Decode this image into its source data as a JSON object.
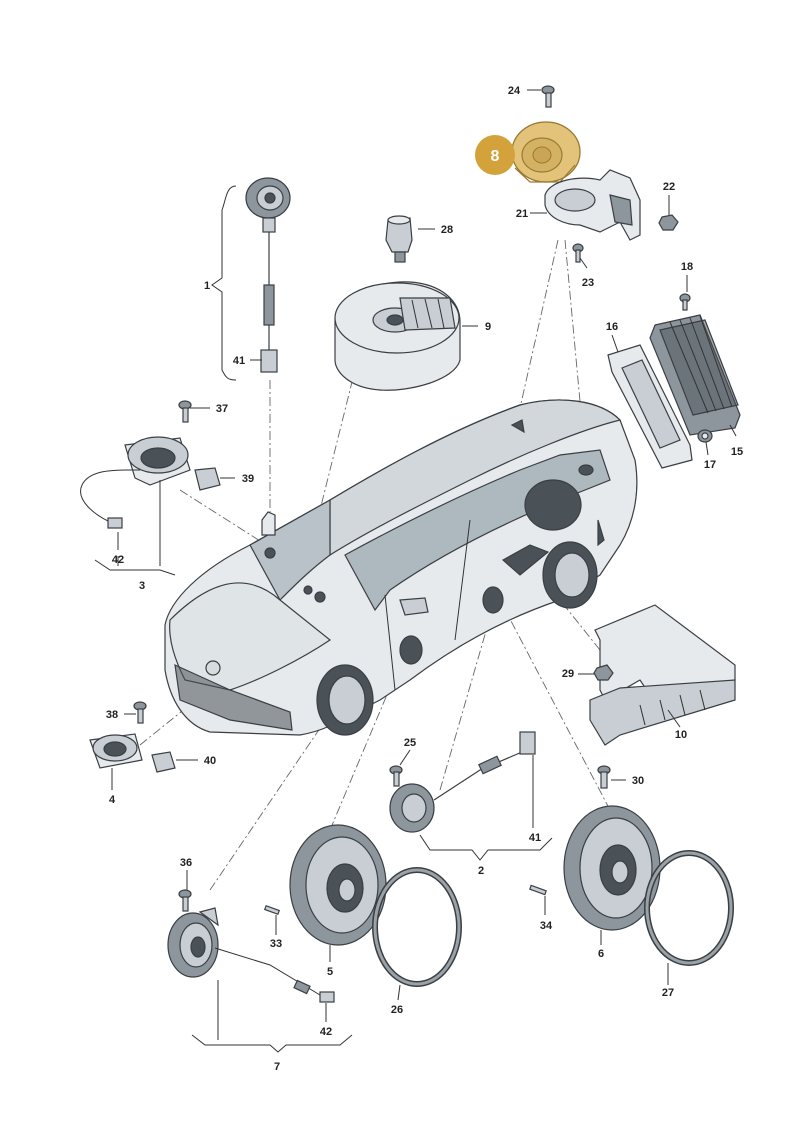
{
  "highlight": {
    "label": "8",
    "color": "#d4a23a"
  },
  "callouts": [
    {
      "id": "c1",
      "text": "1"
    },
    {
      "id": "c2",
      "text": "2"
    },
    {
      "id": "c3",
      "text": "3"
    },
    {
      "id": "c4",
      "text": "4"
    },
    {
      "id": "c5",
      "text": "5"
    },
    {
      "id": "c6",
      "text": "6"
    },
    {
      "id": "c7",
      "text": "7"
    },
    {
      "id": "c9",
      "text": "9"
    },
    {
      "id": "c10",
      "text": "10"
    },
    {
      "id": "c15",
      "text": "15"
    },
    {
      "id": "c16",
      "text": "16"
    },
    {
      "id": "c17",
      "text": "17"
    },
    {
      "id": "c18",
      "text": "18"
    },
    {
      "id": "c21",
      "text": "21"
    },
    {
      "id": "c22",
      "text": "22"
    },
    {
      "id": "c23",
      "text": "23"
    },
    {
      "id": "c24",
      "text": "24"
    },
    {
      "id": "c25",
      "text": "25"
    },
    {
      "id": "c26",
      "text": "26"
    },
    {
      "id": "c27",
      "text": "27"
    },
    {
      "id": "c28",
      "text": "28"
    },
    {
      "id": "c29",
      "text": "29"
    },
    {
      "id": "c30",
      "text": "30"
    },
    {
      "id": "c33",
      "text": "33"
    },
    {
      "id": "c34",
      "text": "34"
    },
    {
      "id": "c36",
      "text": "36"
    },
    {
      "id": "c37",
      "text": "37"
    },
    {
      "id": "c38",
      "text": "38"
    },
    {
      "id": "c39",
      "text": "39"
    },
    {
      "id": "c40",
      "text": "40"
    },
    {
      "id": "c41a",
      "text": "41"
    },
    {
      "id": "c41b",
      "text": "41"
    },
    {
      "id": "c42a",
      "text": "42"
    },
    {
      "id": "c42b",
      "text": "42"
    }
  ]
}
